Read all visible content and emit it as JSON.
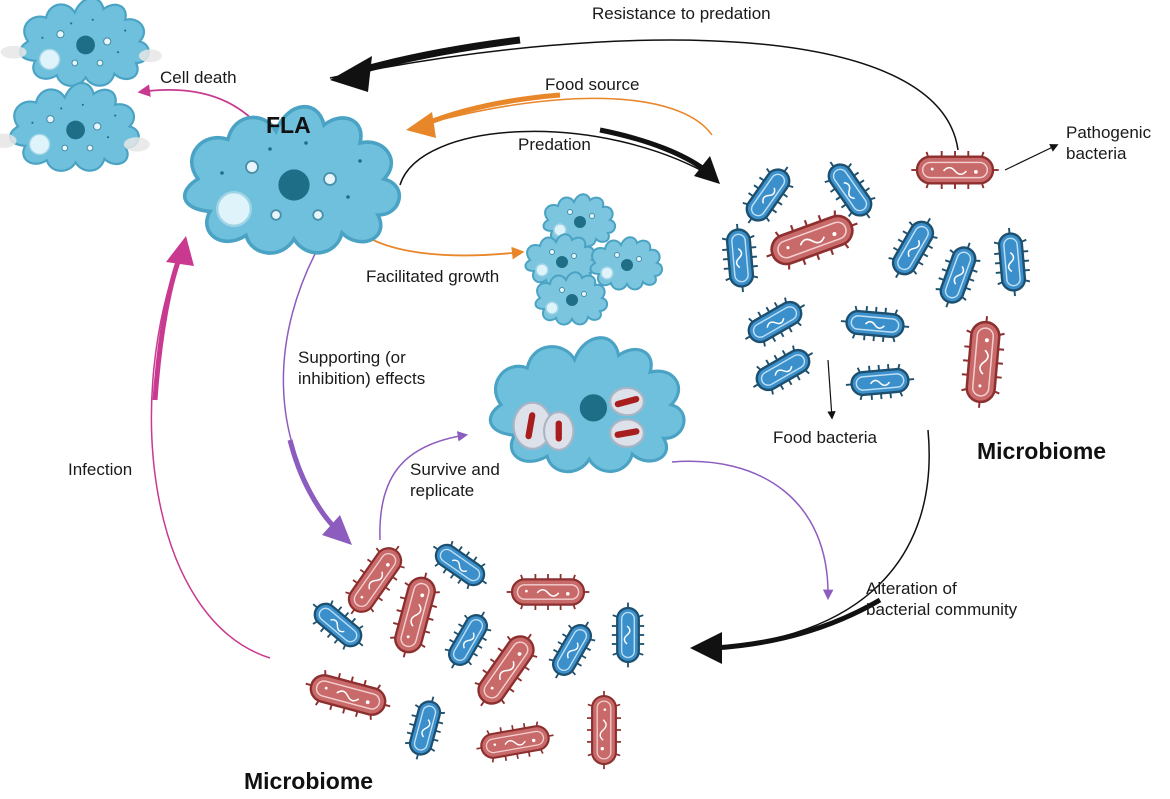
{
  "diagram": {
    "labels": {
      "fla": "FLA",
      "resistance": "Resistance to predation",
      "food_source": "Food source",
      "predation": "Predation",
      "pathogenic": "Pathogenic\nbacteria",
      "cell_death": "Cell death",
      "facilitated_growth": "Facilitated growth",
      "supporting": "Supporting (or\ninhibition) effects",
      "survive": "Survive and\nreplicate",
      "infection": "Infection",
      "food_bacteria": "Food bacteria",
      "alteration": "Alteration of\nbacterial community",
      "microbiome_right": "Microbiome",
      "microbiome_bottom": "Microbiome"
    },
    "colors": {
      "amoeba_fill": "#6fc0dc",
      "amoeba_stroke": "#4aa3c4",
      "nucleus": "#1f6e87",
      "blue_bacteria": "#3b8fcb",
      "blue_bacteria_stroke": "#1d4f6e",
      "red_bacteria": "#c96a6a",
      "red_bacteria_stroke": "#8e2f2f",
      "arrow_black": "#111111",
      "arrow_orange": "#e8862a",
      "arrow_magenta": "#c8398f",
      "arrow_purple": "#8c5cbf"
    }
  }
}
